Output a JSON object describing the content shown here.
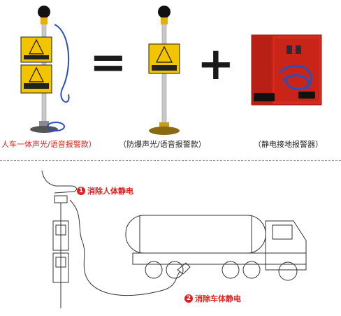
{
  "captions": {
    "combo": "人车一体声光/语音报警款）",
    "pole": "（防爆声光/语音报警款）",
    "box": "（静电接地报警器）"
  },
  "operators": {
    "equals": "=",
    "plus": "+"
  },
  "steps": [
    {
      "number": "1",
      "label": "消除人体静电"
    },
    {
      "number": "2",
      "label": "消除车体静电"
    }
  ],
  "colors": {
    "caption_red": "#e02020",
    "sign_yellow": "#f2c500",
    "cabinet_red": "#d62a1e",
    "cable_blue": "#2b4fb8"
  }
}
